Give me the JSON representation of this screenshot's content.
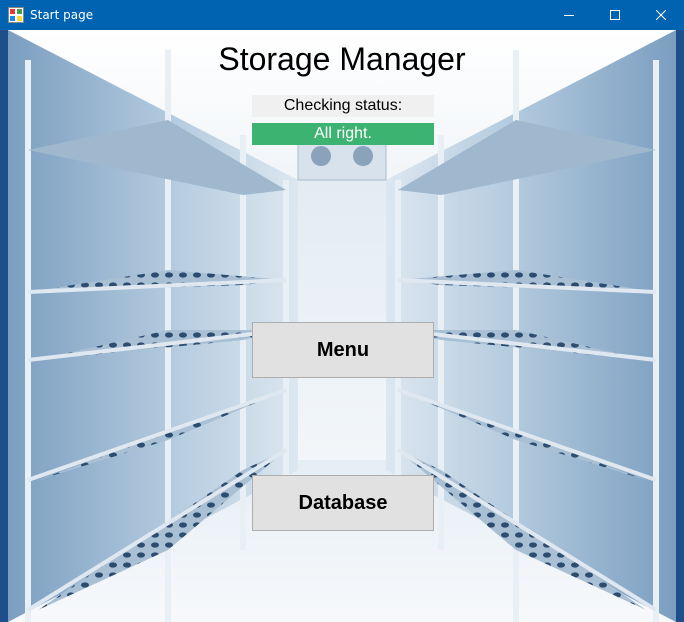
{
  "window": {
    "title": "Start page",
    "controls": [
      "minimize",
      "maximize",
      "close"
    ]
  },
  "main": {
    "app_title": "Storage Manager",
    "status": {
      "caption": "Checking status:",
      "value": "All right.",
      "value_color": "#3cb371"
    },
    "buttons": {
      "menu_label": "Menu",
      "database_label": "Database"
    }
  },
  "colors": {
    "titlebar": "#0063b1",
    "button_face": "#e1e1e1",
    "status_ok": "#3cb371"
  },
  "icons": [
    "app-icon",
    "minimize-icon",
    "maximize-icon",
    "close-icon"
  ]
}
